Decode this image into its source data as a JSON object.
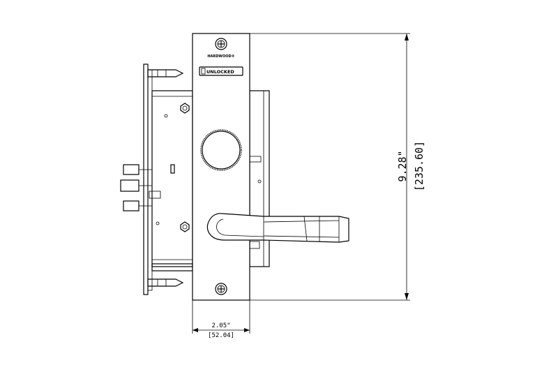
{
  "brand": {
    "text": "HARDWOOD®"
  },
  "indicator": {
    "text": "UNLOCKED"
  },
  "dimensions": {
    "height_in": "9.28\"",
    "height_mm": "[235.60]",
    "width_in": "2.05\"",
    "width_mm": "[52.04]"
  }
}
